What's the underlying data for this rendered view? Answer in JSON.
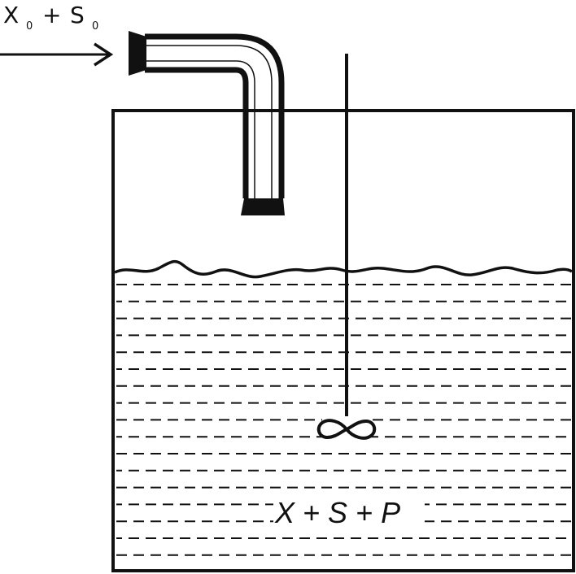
{
  "feed": {
    "x_symbol": "X",
    "x_subscript": "0",
    "plus": "+",
    "s_symbol": "S",
    "s_subscript": "0"
  },
  "tank": {
    "contents_label": "X + S + P"
  },
  "colors": {
    "ink": "#111111",
    "background": "#ffffff"
  },
  "icons": {
    "arrow": "right-arrow-icon",
    "pipe": "inlet-pipe",
    "impeller": "impeller-icon"
  }
}
